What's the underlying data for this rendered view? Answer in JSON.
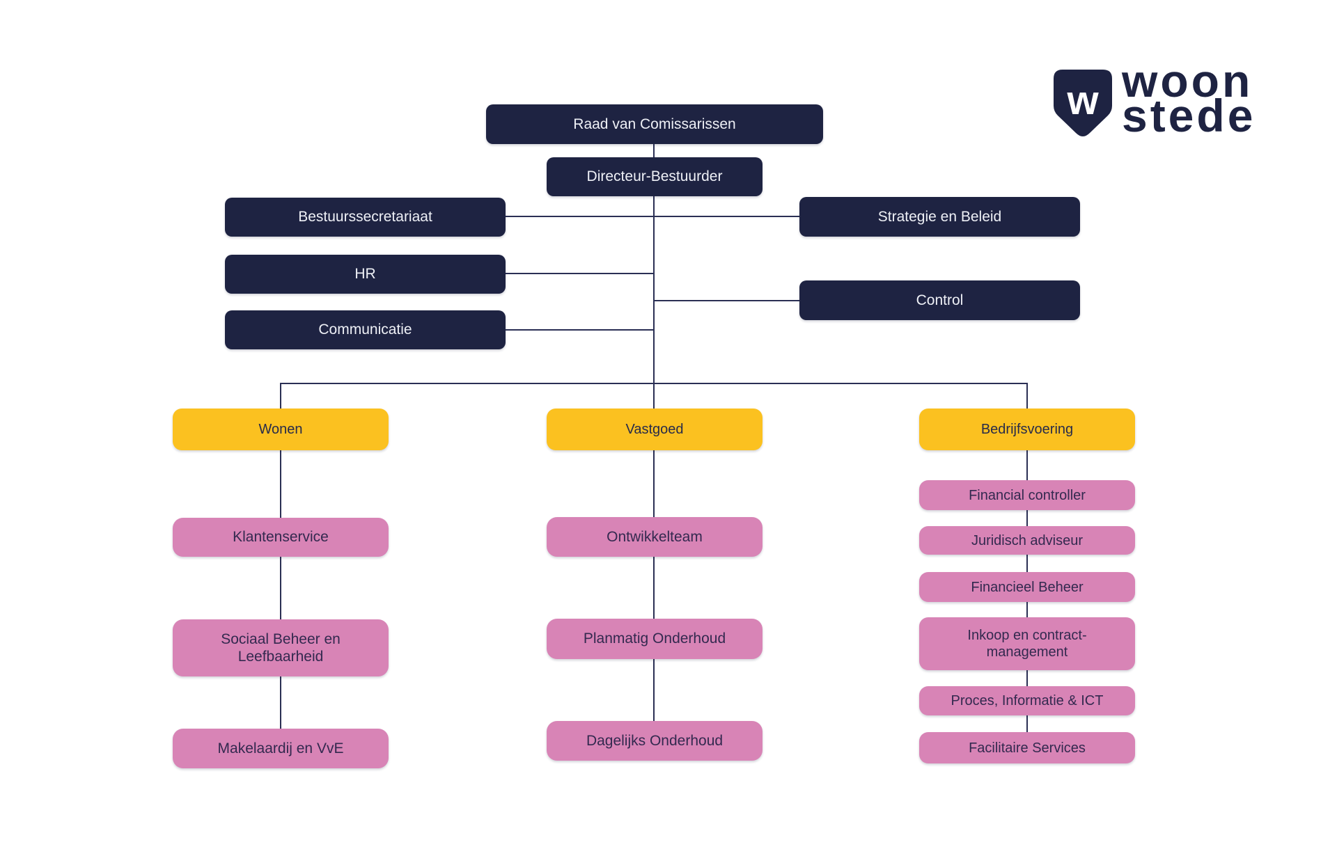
{
  "colors": {
    "navy": "#1e2342",
    "yellow": "#fbc120",
    "pink": "#d884b6",
    "connector_line": "#2a2f54",
    "text_on_dark": "#eef0f6",
    "text_on_yellow": "#272b4a",
    "text_on_pink": "#33294f"
  },
  "logo": {
    "mark_letter": "w",
    "word_top": "woon",
    "word_bottom": "stede"
  },
  "board": {
    "label": "Raad van Comissarissen"
  },
  "director": {
    "label": "Directeur-Bestuurder"
  },
  "staff_left": [
    {
      "label": "Bestuurssecretariaat"
    },
    {
      "label": "HR"
    },
    {
      "label": "Communicatie"
    }
  ],
  "staff_right": [
    {
      "label": "Strategie en Beleid"
    },
    {
      "label": "Control"
    }
  ],
  "departments": [
    {
      "label": "Wonen",
      "teams": [
        {
          "label": "Klantenservice"
        },
        {
          "label": "Sociaal Beheer en Leefbaarheid"
        },
        {
          "label": "Makelaardij en VvE"
        }
      ]
    },
    {
      "label": "Vastgoed",
      "teams": [
        {
          "label": "Ontwikkelteam"
        },
        {
          "label": "Planmatig Onderhoud"
        },
        {
          "label": "Dagelijks Onderhoud"
        }
      ]
    },
    {
      "label": "Bedrijfsvoering",
      "teams": [
        {
          "label": "Financial controller"
        },
        {
          "label": "Juridisch adviseur"
        },
        {
          "label": "Financieel Beheer"
        },
        {
          "label": "Inkoop en contract-management"
        },
        {
          "label": "Proces, Informatie & ICT"
        },
        {
          "label": "Facilitaire Services"
        }
      ]
    }
  ]
}
